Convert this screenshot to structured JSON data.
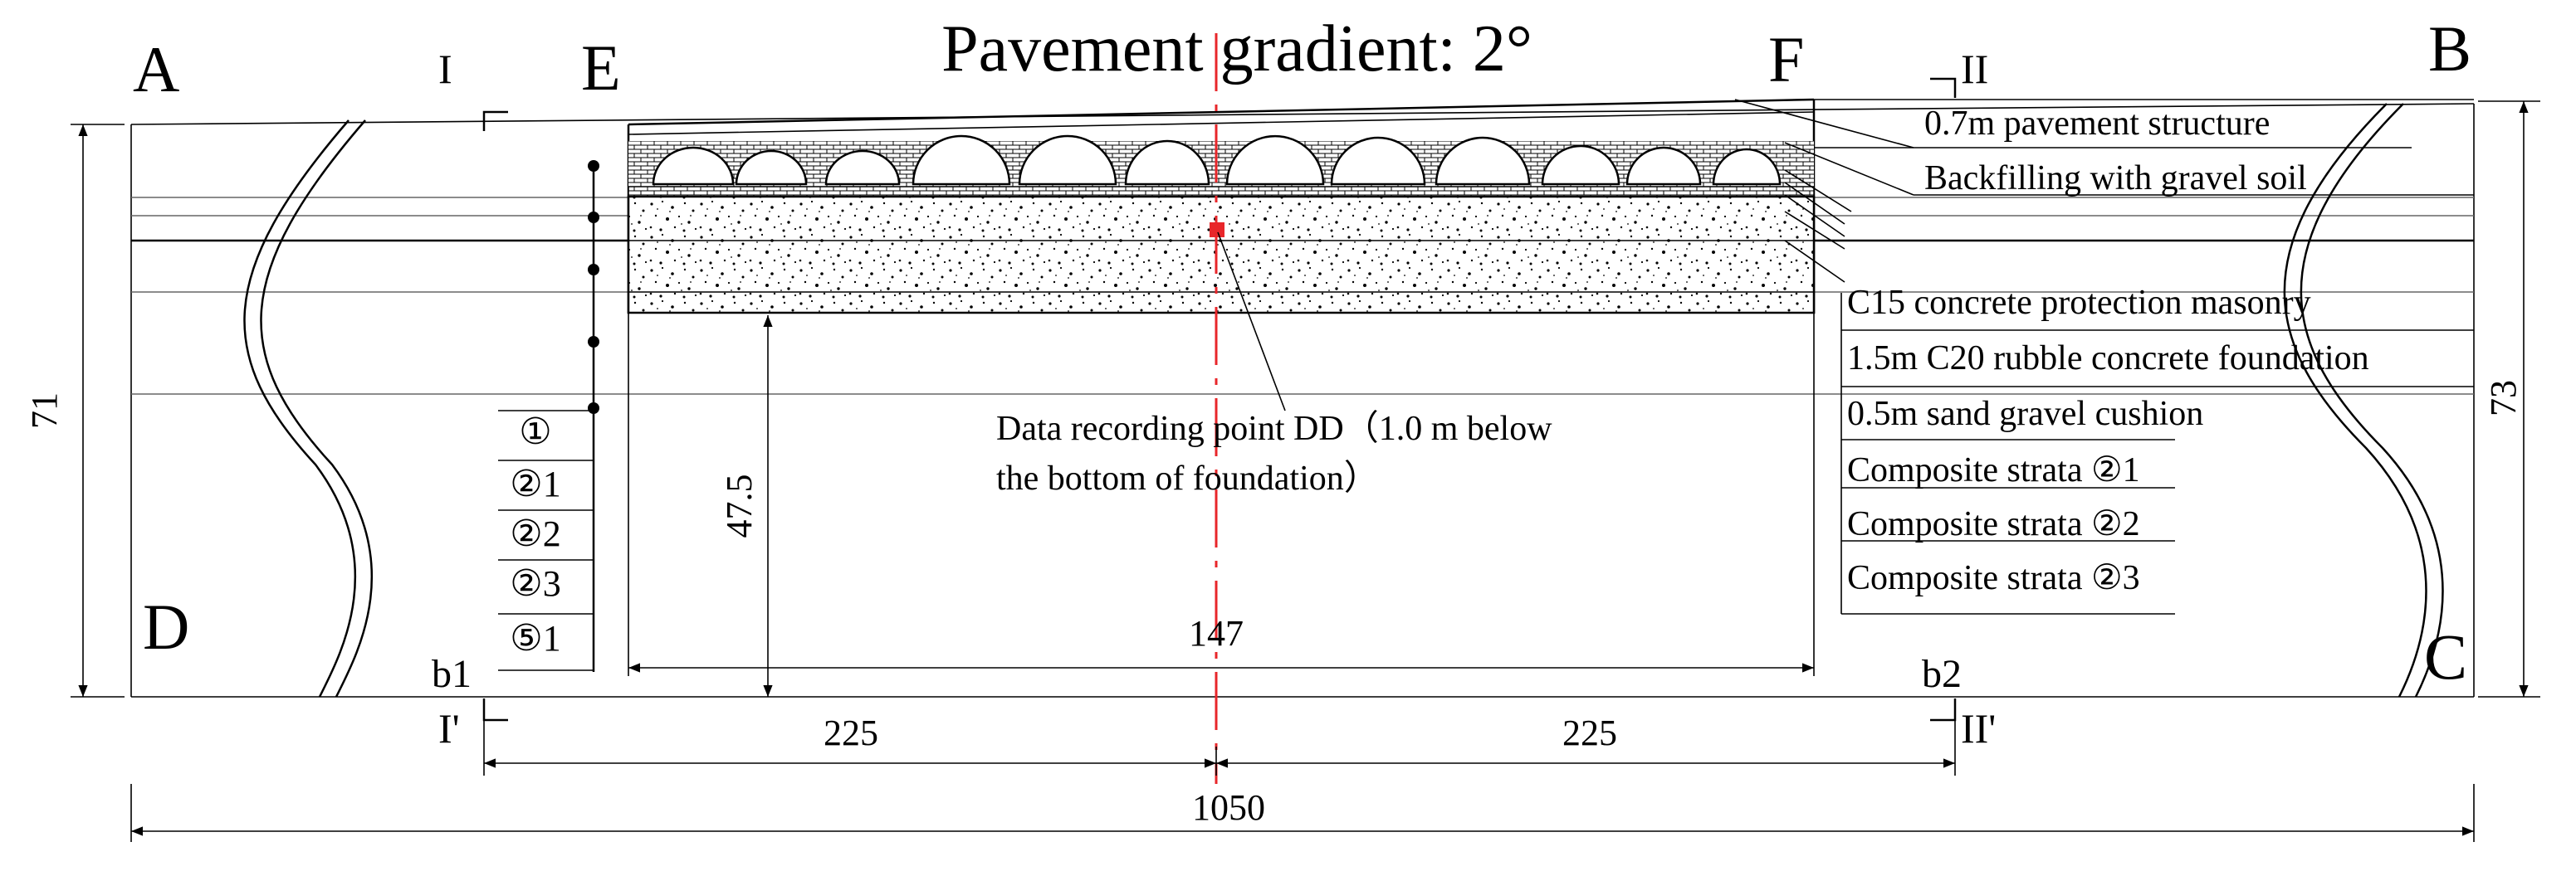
{
  "title": "Pavement gradient: 2°",
  "corners": {
    "A": "A",
    "B": "B",
    "C": "C",
    "D": "D",
    "E": "E",
    "F": "F",
    "b1": "b1",
    "b2": "b2"
  },
  "sections": {
    "I": "I",
    "I_prime": "I'",
    "II": "II",
    "II_prime": "II'"
  },
  "dimensions": {
    "left_height": "71",
    "right_height": "73",
    "foundation_depth": "47.5",
    "foundation_width": "147",
    "half_left": "225",
    "half_right": "225",
    "total_width": "1050"
  },
  "legend_right": [
    "0.7m pavement structure",
    "Backfilling with gravel soil",
    "C15 concrete protection masonry",
    "1.5m C20 rubble concrete foundation",
    "0.5m sand gravel cushion",
    "Composite strata ②1",
    "Composite strata ②2",
    "Composite strata ②3"
  ],
  "legend_left": [
    "①",
    "②1",
    "②2",
    "②3",
    "⑤1"
  ],
  "recording_point": {
    "line1": "Data recording point DD（1.0 m below",
    "line2": "the bottom of foundation）"
  },
  "colors": {
    "line": "#000000",
    "axis": "#e8262a",
    "point": "#e8262a"
  }
}
